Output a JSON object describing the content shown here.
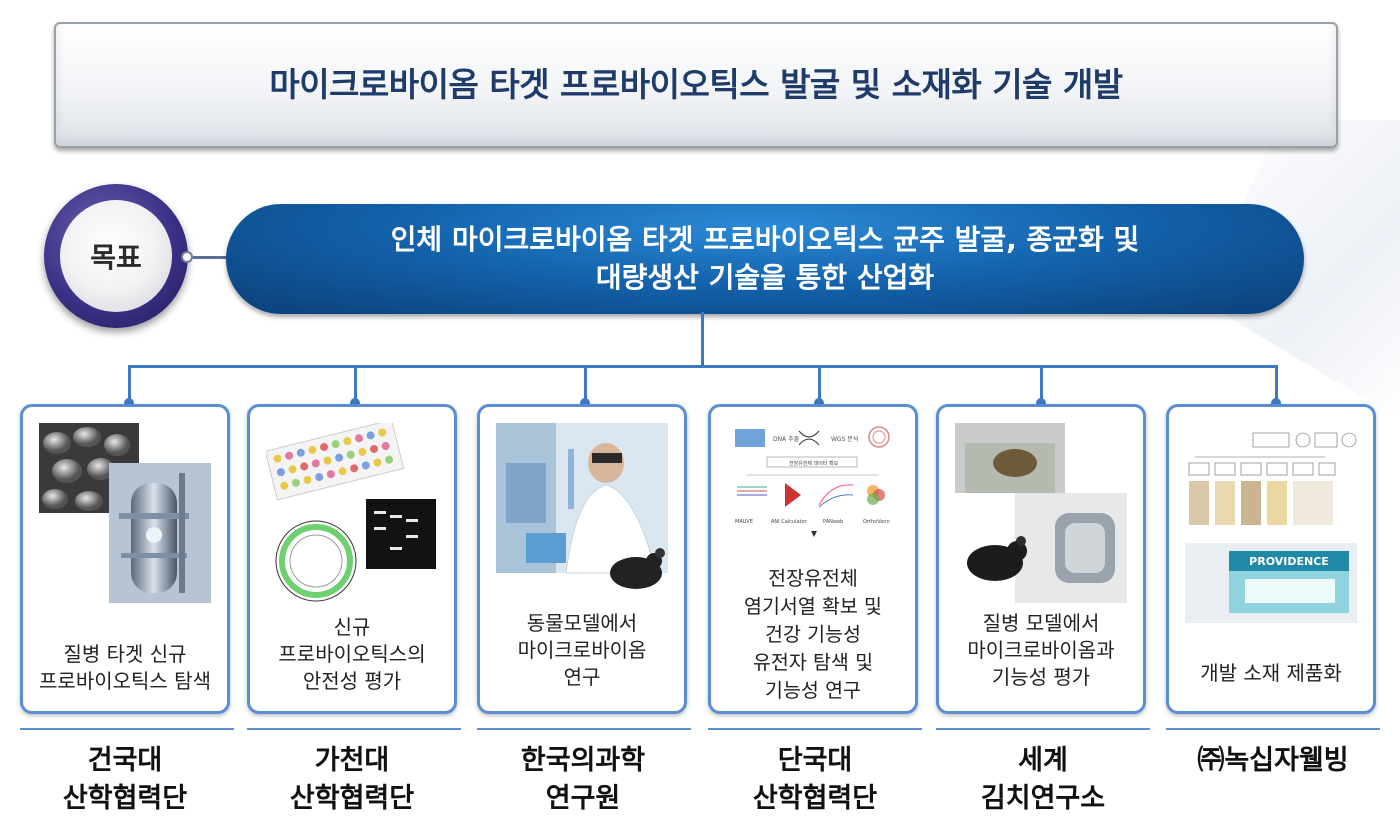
{
  "title": "마이크로바이옴 타겟 프로바이오틱스 발굴 및 소재화 기술 개발",
  "goal": {
    "label": "목표",
    "line1": "인체 마이크로바이옴 타겟 프로바이오틱스 균주 발굴, 종균화 및",
    "line2": "대량생산 기술을 통한 산업화"
  },
  "cards": [
    {
      "desc_lines": [
        "질병 타겟 신규",
        "프로바이오틱스 탐색"
      ],
      "org_lines": [
        "건국대",
        "산학협력단"
      ],
      "image": "fermenter-and-bacteria-photo"
    },
    {
      "desc_lines": [
        "신규",
        "프로바이오틱스의",
        "안전성 평가"
      ],
      "org_lines": [
        "가천대",
        "산학협력단"
      ],
      "image": "test-plate-gel-genome-map"
    },
    {
      "desc_lines": [
        "동물모델에서",
        "마이크로바이옴",
        "연구"
      ],
      "org_lines": [
        "한국의과학",
        "연구원"
      ],
      "image": "researcher-and-mouse-photo"
    },
    {
      "desc_lines": [
        "전장유전체",
        "염기서열 확보 및",
        "건강 기능성",
        "유전자 탐색 및",
        "기능성 연구"
      ],
      "org_lines": [
        "단국대",
        "산학협력단"
      ],
      "image": "genome-analysis-workflow",
      "diagram_labels": [
        "DNA 추출",
        "WGS 분석",
        "전장유전체 데이터 확보",
        "MAUVE",
        "ANI Calculator",
        "PANweb",
        "OrthoVenn"
      ]
    },
    {
      "desc_lines": [
        "질병 모델에서",
        "마이크로바이옴과",
        "기능성 평가"
      ],
      "org_lines": [
        "세계",
        "김치연구소"
      ],
      "image": "lab-and-mouse-photo"
    },
    {
      "desc_lines": [
        "개발 소재 제품화"
      ],
      "org_lines": [
        "㈜녹십자웰빙"
      ],
      "image": "product-flow-and-package",
      "product_name": "PROVIDENCE"
    }
  ],
  "colors": {
    "title_text": "#1e3b6a",
    "goal_pill": "#1464ae",
    "goal_ring": "#3b3186",
    "connector": "#3e78c5",
    "card_border": "#5b8dd4"
  }
}
